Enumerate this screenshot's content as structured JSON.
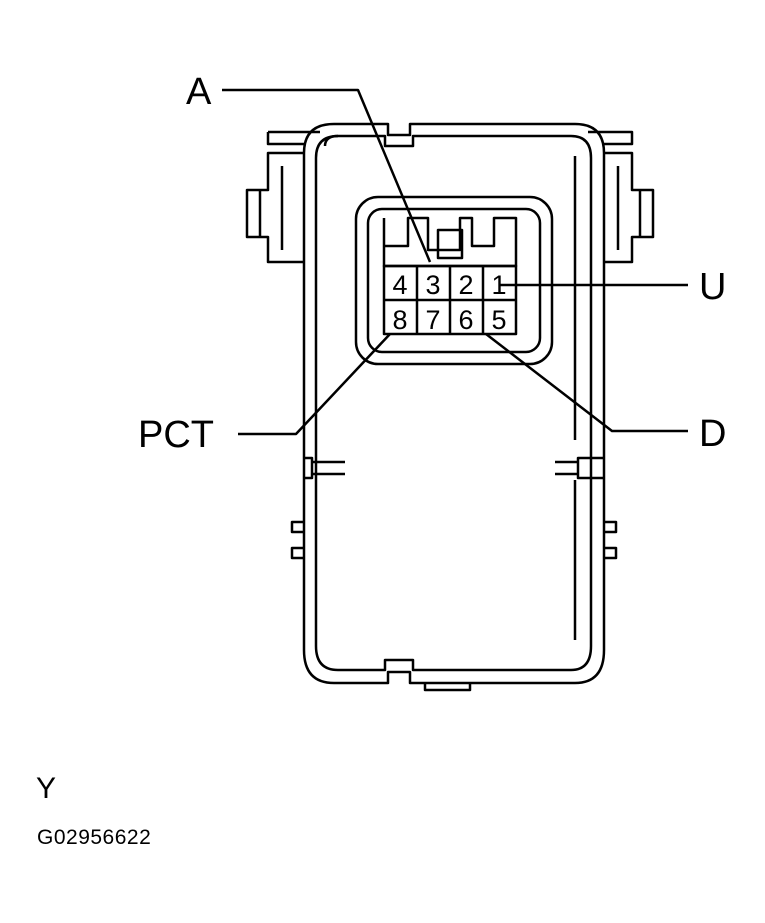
{
  "callouts": {
    "a": "A",
    "u": "U",
    "pct": "PCT",
    "d": "D"
  },
  "pins": {
    "top": [
      "4",
      "3",
      "2",
      "1"
    ],
    "bottom": [
      "8",
      "7",
      "6",
      "5"
    ]
  },
  "view_label": "Y",
  "figure_code": "G02956622"
}
